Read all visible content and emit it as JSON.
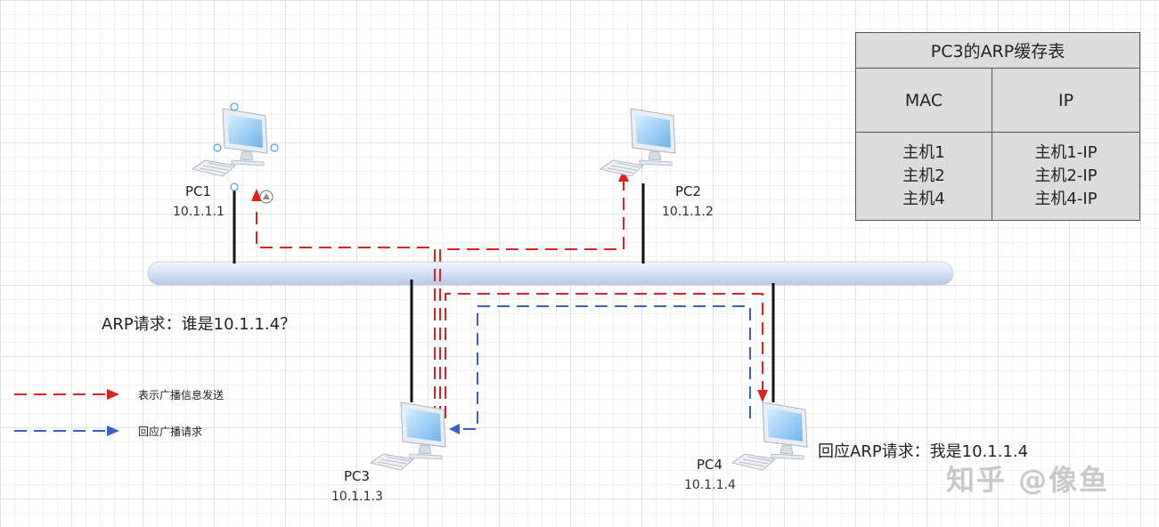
{
  "nodes": [
    {
      "id": "pc1",
      "name": "PC1",
      "ip": "10.1.1.1"
    },
    {
      "id": "pc2",
      "name": "PC2",
      "ip": "10.1.1.2"
    },
    {
      "id": "pc3",
      "name": "PC3",
      "ip": "10.1.1.3"
    },
    {
      "id": "pc4",
      "name": "PC4",
      "ip": "10.1.1.4"
    }
  ],
  "labels": {
    "arp_request": "ARP请求：谁是10.1.1.4？",
    "arp_reply": "回应ARP请求：我是10.1.1.4"
  },
  "legend": [
    {
      "text": "表示广播信息发送",
      "color": "#e02020",
      "style": "dashed-arrow"
    },
    {
      "text": "回应广播请求",
      "color": "#3a5fc8",
      "style": "dashed-arrow"
    }
  ],
  "arp_table": {
    "title": "PC3的ARP缓存表",
    "headers": [
      "MAC",
      "IP"
    ],
    "mac": [
      "主机1",
      "主机2",
      "主机4"
    ],
    "ip": [
      "主机1-IP",
      "主机2-IP",
      "主机4-IP"
    ]
  },
  "watermark": "知乎 @像鱼",
  "colors": {
    "broadcast": "#e02020",
    "reply": "#3a5fc8",
    "bus": "#cfdcf2"
  }
}
